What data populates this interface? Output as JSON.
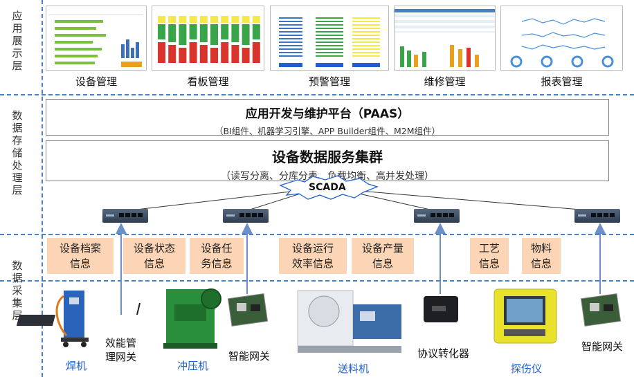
{
  "layers": {
    "app": "应用展示层",
    "storage": "数据存储处理层",
    "collect": "数据采集层"
  },
  "screens": [
    {
      "caption": "设备管理"
    },
    {
      "caption": "看板管理"
    },
    {
      "caption": "预警管理"
    },
    {
      "caption": "维修管理"
    },
    {
      "caption": "报表管理"
    }
  ],
  "paas": {
    "title": "应用开发与维护平台（PAAS）",
    "subtitle": "（BI组件、机器学习引擎、APP Builder组件、M2M组件）"
  },
  "cluster": {
    "title": "设备数据服务集群",
    "subtitle": "（读写分离、分库分表、负载均衡、高并发处理）"
  },
  "scada": "SCADA",
  "info_boxes": [
    {
      "line1": "设备档案",
      "line2": "信息"
    },
    {
      "line1": "设备状态",
      "line2": "信息"
    },
    {
      "line1": "设备任",
      "line2": "务信息"
    },
    {
      "line1": "设备运行",
      "line2": "效率信息"
    },
    {
      "line1": "设备产量",
      "line2": "信息"
    },
    {
      "line1": "工艺",
      "line2": "信息"
    },
    {
      "line1": "物料",
      "line2": "信息"
    }
  ],
  "devices": {
    "welder": "焊机",
    "energy_gw_1": "效能管",
    "energy_gw_2": "理网关",
    "press": "冲压机",
    "smart_gw_a": "智能网关",
    "feeder": "送料机",
    "protocol": "协议转化器",
    "flaw": "探伤仪",
    "smart_gw_b": "智能网关"
  },
  "colors": {
    "dash": "#4a7fc1",
    "info_fill": "#fbd5b5",
    "device_label_blue": "#1f5fd1",
    "arrow": "#6d8fc7",
    "chart_green": "#3aa44a",
    "chart_red": "#d9342b",
    "chart_yellow": "#f4e84a"
  }
}
